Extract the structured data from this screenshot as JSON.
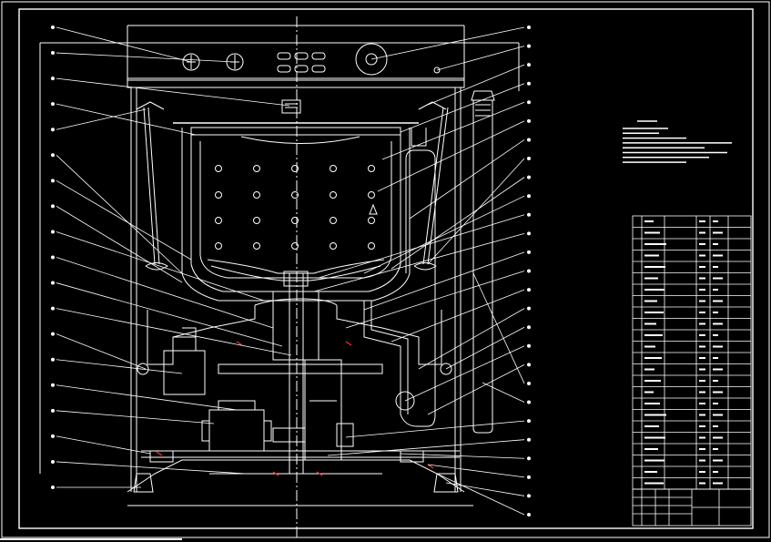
{
  "drawing": {
    "type": "cad-section-drawing",
    "background": "#000000",
    "line_color": "#ffffff",
    "accent_color": "#ff3030",
    "view": "front-section",
    "components": [
      "outer-cabinet",
      "control-panel",
      "knob-left",
      "knob-right",
      "button-grid",
      "display-dial",
      "wash-tub",
      "perforated-basket",
      "pulsator",
      "suspension-rods",
      "drive-motor",
      "gear-reducer",
      "drain-hose",
      "water-inlet-pipe",
      "base-frame",
      "feet"
    ],
    "callouts_left_count": 19,
    "callouts_right_count": 27,
    "technical_notes_lines": 8,
    "parts_list_rows": 24,
    "parts_list_columns": 6
  }
}
